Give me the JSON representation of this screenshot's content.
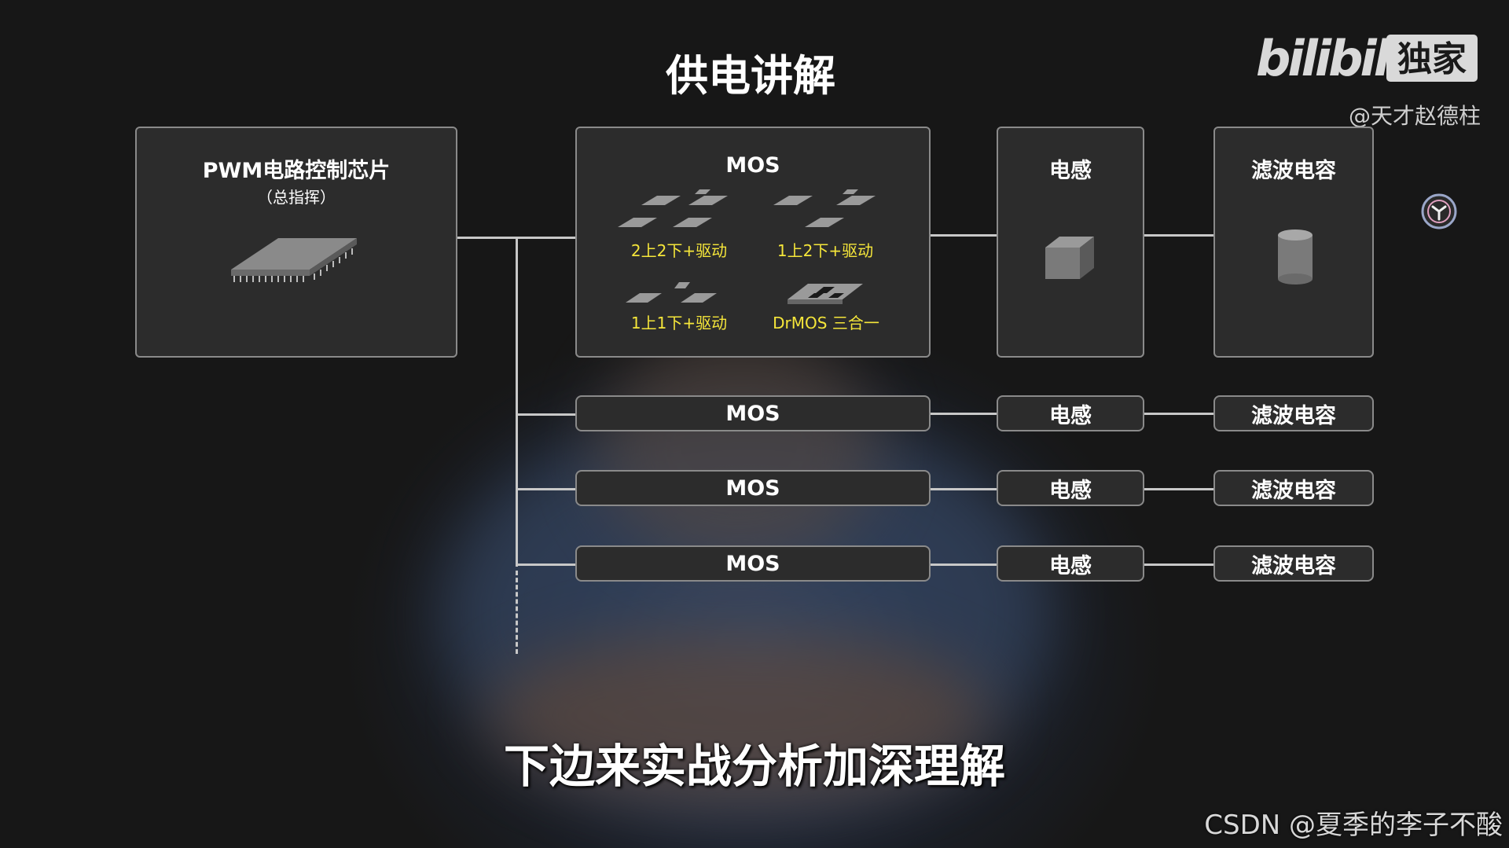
{
  "title": "供电讲解",
  "subtitle": "下边来实战分析加深理解",
  "watermark": "CSDN @夏季的李子不酸",
  "branding": {
    "logo_text": "bilibili",
    "badge": "独家",
    "uploader": "@天才赵德柱"
  },
  "pwm": {
    "title": "PWM电路控制芯片",
    "subtitle": "（总指挥）"
  },
  "mos_detail": {
    "title": "MOS",
    "options": [
      {
        "label": "2上2下+驱动"
      },
      {
        "label": "1上2下+驱动"
      },
      {
        "label": "1上1下+驱动"
      },
      {
        "label": "DrMOS 三合一"
      }
    ]
  },
  "inductor": {
    "title": "电感"
  },
  "capacitor": {
    "title": "滤波电容"
  },
  "phases": [
    {
      "mos": "MOS",
      "inductor": "电感",
      "capacitor": "滤波电容"
    },
    {
      "mos": "MOS",
      "inductor": "电感",
      "capacitor": "滤波电容"
    },
    {
      "mos": "MOS",
      "inductor": "电感",
      "capacitor": "滤波电容"
    }
  ],
  "colors": {
    "accent_text": "#f5e63a",
    "box_border": "#8a8a8a",
    "box_fill": "#2c2c2c"
  },
  "icons": {
    "chip": "chip-icon",
    "inductor": "inductor-cube-icon",
    "capacitor": "capacitor-cylinder-icon",
    "side": "circular-side-icon"
  }
}
